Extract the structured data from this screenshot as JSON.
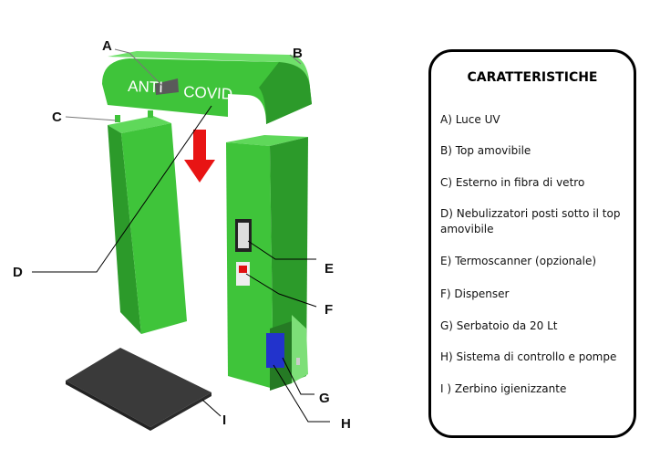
{
  "brand": {
    "left": "ANTI",
    "right": "COVID"
  },
  "callouts": [
    "A",
    "B",
    "C",
    "D",
    "E",
    "F",
    "G",
    "H",
    "I"
  ],
  "panel": {
    "title": "CARATTERISTICHE",
    "items": [
      "A) Luce UV",
      "B) Top amovibile",
      "C) Esterno in fibra di vetro",
      "D) Nebulizzatori posti sotto il top amovibile",
      "E) Termoscanner (opzionale)",
      "F) Dispenser",
      "G) Serbatoio da 20 Lt",
      "H) Sistema di controllo e pompe",
      "I ) Zerbino igienizzante"
    ]
  },
  "colors": {
    "green": "#3fc43a",
    "green_dark": "#2c9a2a",
    "arrow": "#e81414",
    "mat": "#3a3a3a",
    "tank": "#2233cc"
  }
}
